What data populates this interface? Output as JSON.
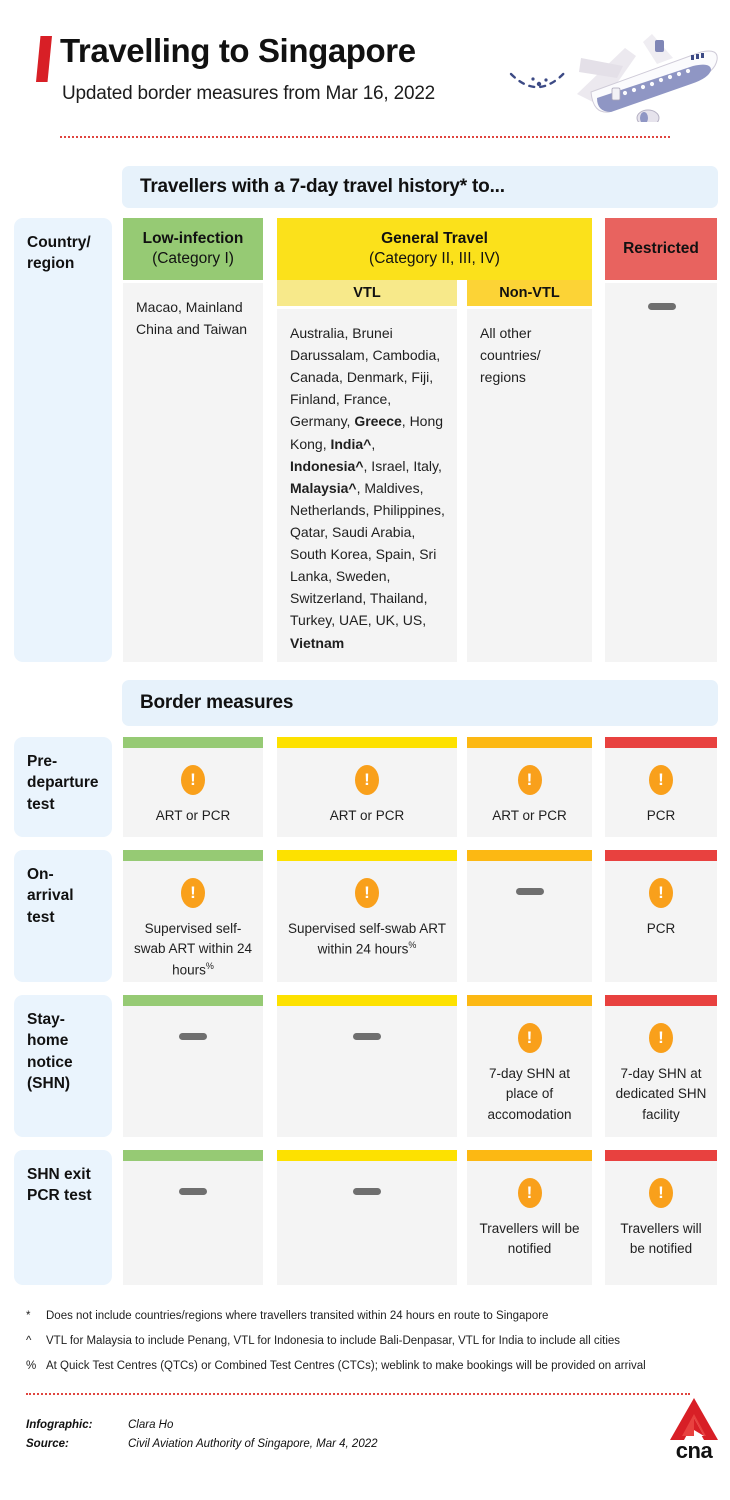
{
  "header": {
    "title": "Travelling to Singapore",
    "subtitle": "Updated border measures from Mar 16, 2022",
    "accent_color": "#d81f26",
    "plane_icon": "airplane-icon"
  },
  "banners": {
    "travellers": "Travellers with a 7-day travel history* to...",
    "measures": "Border measures"
  },
  "top_table": {
    "row_label": "Country/\nregion",
    "row_label_line1": "Country/",
    "row_label_line2": "region",
    "columns": [
      {
        "key": "low_infection",
        "title": "Low-infection",
        "subtitle": "(Category I)",
        "header_color": "#96ca74",
        "body": "Macao, Mainland China and Taiwan"
      },
      {
        "key": "general_travel",
        "title": "General Travel",
        "subtitle": "(Category II, III, IV)",
        "header_color": "#fbe11b",
        "sub_columns": [
          {
            "key": "vtl",
            "label": "VTL",
            "header_color": "#f7e98a",
            "body": "Australia, Brunei Darussalam, Cambodia, Canada, Denmark, Fiji, Finland, France, Germany, <b>Greece</b>, Hong Kong, <b>India^</b>, <b>Indonesia^</b>, Israel, Italy, <b>Malaysia^</b>, Maldives, Netherlands, Philippines, Qatar, Saudi Arabia, South Korea, Spain, Sri Lanka, Sweden, Switzerland, Thailand, Turkey, UAE, UK, US, <b>Vietnam</b>"
          },
          {
            "key": "non_vtl",
            "label": "Non-VTL",
            "header_color": "#fcd336",
            "body": "All other countries/ regions"
          }
        ]
      },
      {
        "key": "restricted",
        "title": "Restricted",
        "subtitle": "",
        "header_color": "#e8635f",
        "body_icon": "dash-icon"
      }
    ]
  },
  "measures": {
    "column_bar_colors": [
      "#96ca74",
      "#fde100",
      "#fcb813",
      "#e8413f"
    ],
    "rows": [
      {
        "label": "Pre-departure test",
        "label_lines": [
          "Pre-",
          "departure",
          "test"
        ],
        "cells": [
          {
            "icon": "alert-icon",
            "text": "ART or PCR"
          },
          {
            "icon": "alert-icon",
            "text": "ART or PCR"
          },
          {
            "icon": "alert-icon",
            "text": "ART or PCR"
          },
          {
            "icon": "alert-icon",
            "text": "PCR"
          }
        ]
      },
      {
        "label": "On-arrival test",
        "label_lines": [
          "On-",
          "arrival",
          "test"
        ],
        "cells": [
          {
            "icon": "alert-icon",
            "text": "Supervised self-swab ART within 24 hours",
            "sup": "%"
          },
          {
            "icon": "alert-icon",
            "text": "Supervised self-swab ART within 24 hours",
            "sup": "%"
          },
          {
            "icon": "dash-icon",
            "text": ""
          },
          {
            "icon": "alert-icon",
            "text": "PCR"
          }
        ]
      },
      {
        "label": "Stay-home notice (SHN)",
        "label_lines": [
          "Stay-",
          "home",
          "notice",
          "(SHN)"
        ],
        "cells": [
          {
            "icon": "dash-icon",
            "text": ""
          },
          {
            "icon": "dash-icon",
            "text": ""
          },
          {
            "icon": "alert-icon",
            "text": "7-day SHN at place of accomodation"
          },
          {
            "icon": "alert-icon",
            "text": "7-day SHN at dedicated SHN facility"
          }
        ]
      },
      {
        "label": "SHN exit PCR test",
        "label_lines": [
          "SHN exit",
          "PCR test"
        ],
        "cells": [
          {
            "icon": "dash-icon",
            "text": ""
          },
          {
            "icon": "dash-icon",
            "text": ""
          },
          {
            "icon": "alert-icon",
            "text": "Travellers will be notified"
          },
          {
            "icon": "alert-icon",
            "text": "Travellers will be notified"
          }
        ]
      }
    ]
  },
  "footnotes": [
    {
      "mark": "*",
      "text": "Does not include countries/regions where travellers transited within 24 hours en route to Singapore"
    },
    {
      "mark": "^",
      "text": "VTL for Malaysia to include Penang, VTL for Indonesia to include Bali-Denpasar, VTL for India to include all cities"
    },
    {
      "mark": "%",
      "text": "At Quick Test Centres (QTCs) or Combined Test Centres (CTCs); weblink to make bookings will be provided on arrival"
    }
  ],
  "credits": {
    "infographic_label": "Infographic:",
    "infographic_value": "Clara Ho",
    "source_label": "Source:",
    "source_value": "Civil Aviation Authority of Singapore, Mar 4, 2022"
  },
  "logo": {
    "word": "cna",
    "color": "#d81f26"
  }
}
